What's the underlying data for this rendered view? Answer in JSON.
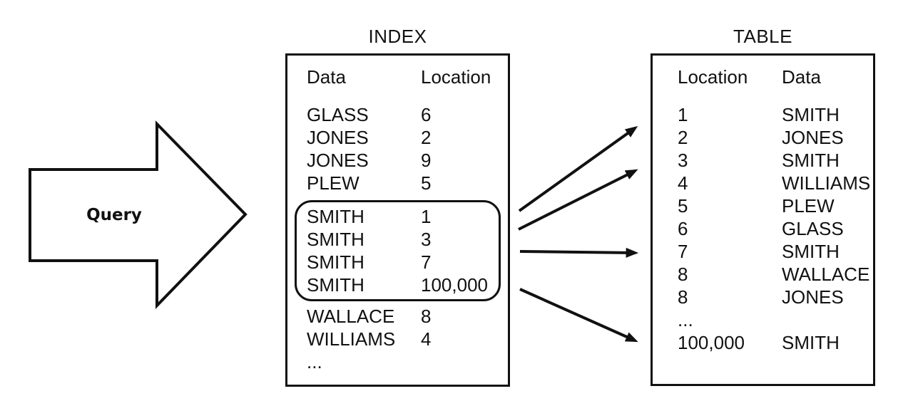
{
  "colors": {
    "ink": "#111111",
    "background": "#ffffff"
  },
  "query_arrow": {
    "label": "Query"
  },
  "index": {
    "title": "INDEX",
    "columns": {
      "col1": "Data",
      "col2": "Location"
    },
    "rows_top": [
      {
        "data": "GLASS",
        "location": "6"
      },
      {
        "data": "JONES",
        "location": "2"
      },
      {
        "data": "JONES",
        "location": "9"
      },
      {
        "data": "PLEW",
        "location": "5"
      }
    ],
    "highlighted_rows": [
      {
        "data": "SMITH",
        "location": "1"
      },
      {
        "data": "SMITH",
        "location": "3"
      },
      {
        "data": "SMITH",
        "location": "7"
      },
      {
        "data": "SMITH",
        "location": "100,000"
      }
    ],
    "rows_bottom": [
      {
        "data": "WALLACE",
        "location": "8"
      },
      {
        "data": "WILLIAMS",
        "location": "4"
      },
      {
        "data": "...",
        "location": ""
      }
    ]
  },
  "table": {
    "title": "TABLE",
    "columns": {
      "col1": "Location",
      "col2": "Data"
    },
    "rows": [
      {
        "location": "1",
        "data": "SMITH"
      },
      {
        "location": "2",
        "data": "JONES"
      },
      {
        "location": "3",
        "data": "SMITH"
      },
      {
        "location": "4",
        "data": "WILLIAMS"
      },
      {
        "location": "5",
        "data": "PLEW"
      },
      {
        "location": "6",
        "data": "GLASS"
      },
      {
        "location": "7",
        "data": "SMITH"
      },
      {
        "location": "8",
        "data": "WALLACE"
      },
      {
        "location": "8",
        "data": "JONES"
      },
      {
        "location": "...",
        "data": ""
      },
      {
        "location": "100,000",
        "data": "SMITH"
      }
    ]
  }
}
